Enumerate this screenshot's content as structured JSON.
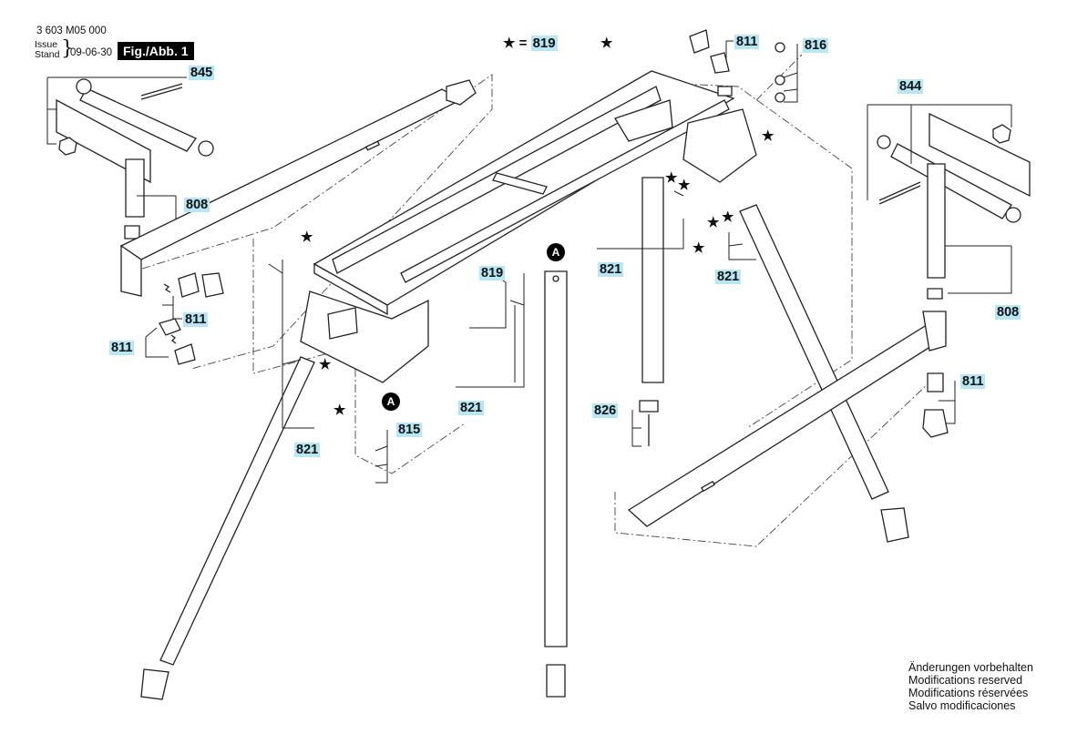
{
  "header": {
    "document_number": "3 603 M05 000",
    "issue_label": "Issue",
    "stand_label": "Stand",
    "issue_date": "09-06-30",
    "figure_label": "Fig./Abb. 1"
  },
  "legend": {
    "star_symbol": "★",
    "equals": "=",
    "star_part": "819"
  },
  "part_labels": {
    "p845": "845",
    "p808_left": "808",
    "p811_leftA": "811",
    "p811_leftB": "811",
    "p821_left": "821",
    "p815": "815",
    "p819": "819",
    "p821_mid": "821",
    "p811_top": "811",
    "p816": "816",
    "p821_center": "821",
    "p821_right": "821",
    "p826": "826",
    "p844": "844",
    "p808_right": "808",
    "p811_right": "811"
  },
  "callouts": {
    "a_left": "A",
    "a_mid": "A"
  },
  "stars": {
    "s1": "★",
    "s2": "★",
    "s3": "★",
    "s4": "★",
    "s5": "★",
    "s6": "★",
    "s7": "★",
    "s8": "★",
    "s9": "★",
    "s10": "★"
  },
  "footer": {
    "note_de": "Änderungen vorbehalten",
    "note_en": "Modifications reserved",
    "note_fr": "Modifications réservées",
    "note_es": "Salvo modificaciones"
  }
}
